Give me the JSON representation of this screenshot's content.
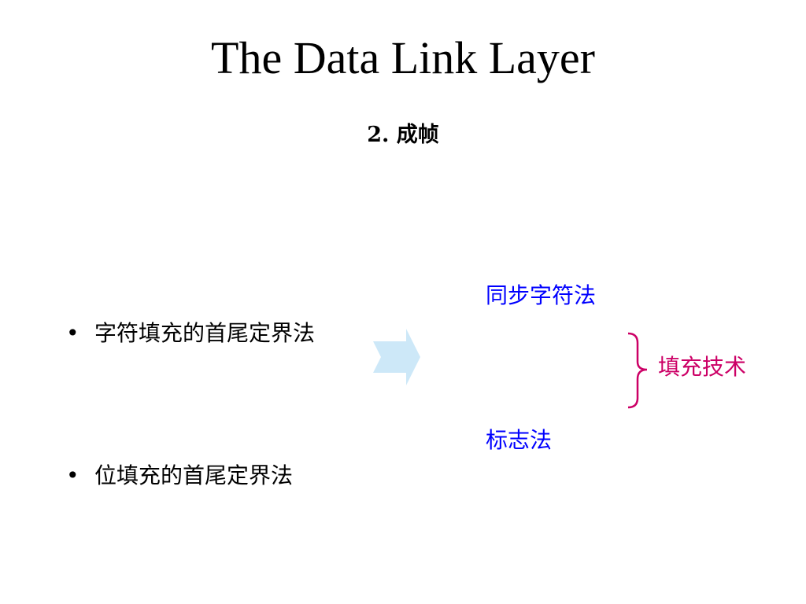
{
  "title": "The Data Link Layer",
  "subtitle": "2. 成帧",
  "bullets": [
    {
      "marker": "•",
      "text": "字符填充的首尾定界法"
    },
    {
      "marker": "•",
      "text": "位填充的首尾定界法"
    }
  ],
  "methods": [
    {
      "text": "同步字符法"
    },
    {
      "text": "标志法"
    }
  ],
  "technique": "填充技术",
  "colors": {
    "methods": "#0000ff",
    "technique": "#cc0066",
    "arrow": "#cde8f8"
  },
  "icons": {
    "arrow": "right-arrow-icon",
    "brace": "right-curly-brace-icon"
  }
}
